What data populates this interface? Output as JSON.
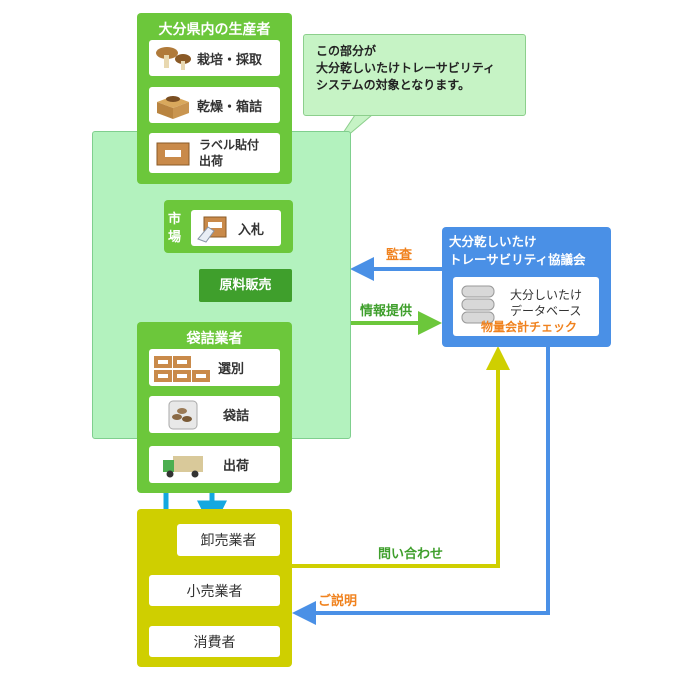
{
  "bubble": {
    "line1": "この部分が",
    "line2": "大分乾しいたけトレーサビリティ",
    "line3": "システムの対象となります。"
  },
  "producer": {
    "title": "大分県内の生産者",
    "steps": [
      "栽培・採取",
      "乾燥・箱詰",
      "ラベル貼付",
      "出荷"
    ]
  },
  "market": {
    "title_top": "市",
    "title_bottom": "場",
    "bid": "入札",
    "sale": "原料販売"
  },
  "bagger": {
    "title": "袋詰業者",
    "steps": [
      "選別",
      "袋詰",
      "出荷"
    ]
  },
  "downstream": {
    "items": [
      "卸売業者",
      "小売業者",
      "消費者"
    ]
  },
  "council": {
    "title_line1": "大分乾しいたけ",
    "title_line2": "トレーサビリティ協議会",
    "db_line1": "大分しいたけ",
    "db_line2": "データベース",
    "check": "物量会計チェック"
  },
  "arrows": {
    "audit": "監査",
    "info": "情報提供",
    "inquiry": "問い合わせ",
    "explain": "ご説明"
  },
  "colors": {
    "green": "#6cc73b",
    "blue": "#4a90e6",
    "yellow": "#cfcf00",
    "cyan": "#14a8e0",
    "orange": "#f0821e"
  }
}
